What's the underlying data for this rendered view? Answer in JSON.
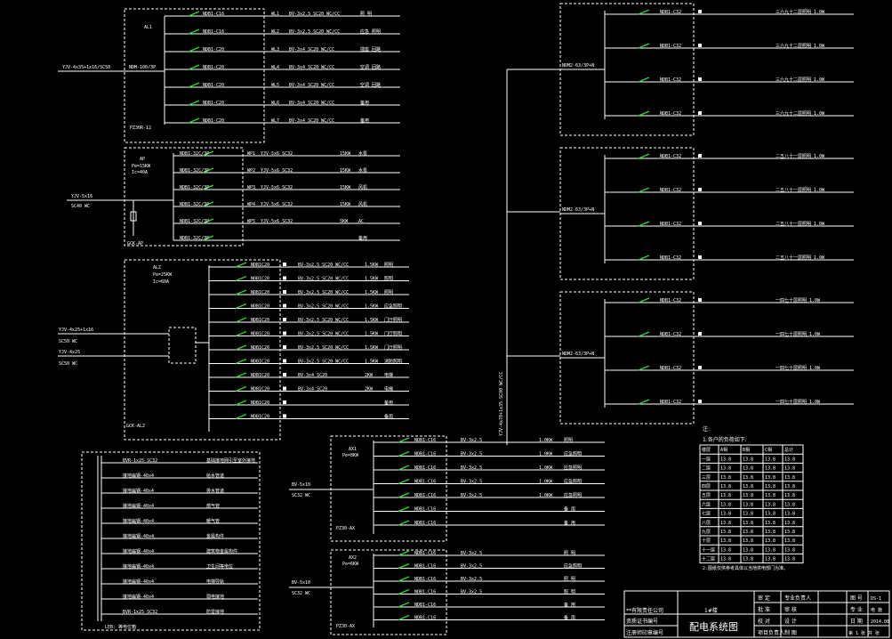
{
  "drawing": {
    "title_block": {
      "company": "**有限责任公司",
      "cert_label": "资质证书编号",
      "reg_label": "注册师印章编号",
      "floor": "1#楼",
      "drawing_name": "配电系统图",
      "review": "审 定",
      "approve": "批 准",
      "check": "审 核",
      "proofread": "校 对",
      "design": "设 计",
      "draw": "制 图",
      "project_lead": "专业负责人",
      "project_head": "项目负责人",
      "dwg_no_label": "图 号",
      "dwg_no": "DS-1",
      "phase_label": "专 业",
      "phase": "电 施",
      "date_label": "日 期",
      "date": "2014.08",
      "sheet_label": "第 1 张 共 张"
    },
    "notes": {
      "title": "注:",
      "line1": "1.各户的负荷如下:",
      "line2": "2.图纸仅供参考具体以当地供电部门为准。"
    },
    "load_table": {
      "headers": [
        "楼层",
        "A相",
        "B相",
        "C相",
        "总计"
      ],
      "rows": [
        [
          "一层",
          "13.8",
          "13.8",
          "13.8",
          "13.8"
        ],
        [
          "二层",
          "13.8",
          "13.8",
          "13.8",
          "13.8"
        ],
        [
          "三层",
          "13.8",
          "13.8",
          "13.8",
          "13.8"
        ],
        [
          "四层",
          "13.8",
          "13.8",
          "13.8",
          "13.8"
        ],
        [
          "五层",
          "13.8",
          "13.8",
          "13.8",
          "13.8"
        ],
        [
          "六层",
          "13.8",
          "13.8",
          "13.8",
          "13.8"
        ],
        [
          "七层",
          "13.8",
          "13.8",
          "13.8",
          "13.8"
        ],
        [
          "八层",
          "13.8",
          "13.8",
          "13.8",
          "13.8"
        ],
        [
          "九层",
          "13.8",
          "13.8",
          "13.8",
          "13.8"
        ],
        [
          "十层",
          "13.8",
          "13.8",
          "13.8",
          "13.8"
        ],
        [
          "十一层",
          "13.8",
          "13.8",
          "13.8",
          "13.8"
        ],
        [
          "十二层",
          "13.8",
          "13.8",
          "13.8",
          "13.8"
        ]
      ]
    },
    "floor_groups": [
      {
        "breaker": "NDM2-63/3P+N",
        "circuits": [
          {
            "cb": "NDB1-C32",
            "label": "三六九十二层照明 1.0W"
          },
          {
            "cb": "NDB1-C32",
            "label": "三六九十二层照明 1.0W"
          },
          {
            "cb": "NDB1-C32",
            "label": "三六九十二层照明 1.0W"
          },
          {
            "cb": "NDB1-C32",
            "label": "三六九十二层照明 1.0W"
          }
        ]
      },
      {
        "breaker": "NDM2-63/3P+N",
        "circuits": [
          {
            "cb": "NDB1-C32",
            "label": "二五八十一层照明 1.0W"
          },
          {
            "cb": "NDB1-C32",
            "label": "二五八十一层照明 1.0W"
          },
          {
            "cb": "NDB1-C32",
            "label": "二五八十一层照明 1.0W"
          },
          {
            "cb": "NDB1-C32",
            "label": "二五八十一层照明 1.0W"
          }
        ]
      },
      {
        "breaker": "NDM2-63/3P+N",
        "circuits": [
          {
            "cb": "NDB1-C32",
            "label": "一四七十层照明 1.0W"
          },
          {
            "cb": "NDB1-C32",
            "label": "一四七十层照明 1.0W"
          },
          {
            "cb": "NDB1-C32",
            "label": "一四七十层照明 1.0W"
          },
          {
            "cb": "NDB1-C32",
            "label": "一四七十层照明 1.0W"
          }
        ]
      }
    ],
    "panel_al1": {
      "name": "AL1",
      "incoming": "YJV-4x35+1x16/SC50",
      "breaker": "NDM-100/3P",
      "circuits": [
        {
          "cb": "NDB1-C16",
          "n": "WL1",
          "cable": "BV-3x2.5 SC20 WC/CC",
          "use": "照 明"
        },
        {
          "cb": "NDB1-C16",
          "n": "WL2",
          "cable": "BV-3x2.5 SC20 WC/CC",
          "use": "应急 照明"
        },
        {
          "cb": "NDB1-C20",
          "n": "WL3",
          "cable": "BV-3x4 SC20 WC/CC",
          "use": "插座 回路"
        },
        {
          "cb": "NDB1-C20",
          "n": "WL4",
          "cable": "BV-3x4 SC20 WC/CC",
          "use": "空调 回路"
        },
        {
          "cb": "NDB1-C20",
          "n": "WL5",
          "cable": "BV-3x4 SC20 WC/CC",
          "use": "空调 回路"
        },
        {
          "cb": "NDB1-C20",
          "n": "WL6",
          "cable": "BV-3x4 SC20 WC/CC",
          "use": "备用"
        },
        {
          "cb": "NDB1-C20",
          "n": "WL7",
          "cable": "BV-3x4 SC20 WC/CC",
          "use": "备用"
        }
      ]
    },
    "panel_ap": {
      "name": "AP",
      "circuits": [
        {
          "cb": "NDB1-32C/3P",
          "n": "WP1",
          "cable": "YJV-5x6 SC32",
          "kw": "15KW",
          "use": "水泵"
        },
        {
          "cb": "NDB1-32C/3P",
          "n": "WP2",
          "cable": "YJV-5x6 SC32",
          "kw": "15KW",
          "use": "水泵"
        },
        {
          "cb": "NDB1-32C/3P",
          "n": "WP3",
          "cable": "YJV-5x6 SC32",
          "kw": "15KW",
          "use": "风机"
        },
        {
          "cb": "NDB1-32C/3P",
          "n": "WP4",
          "cable": "YJV-5x6 SC32",
          "kw": "15KW",
          "use": "风机"
        },
        {
          "cb": "NDB1-32C/3P",
          "n": "WP5",
          "cable": "YJV-5x6 SC32",
          "kw": "5KW",
          "use": "AC"
        },
        {
          "cb": "NDB1-32C/3P",
          "n": "",
          "cable": "",
          "kw": "",
          "use": "备用"
        }
      ]
    },
    "panel_alz": {
      "name": "ALZ",
      "circuits": [
        {
          "cb": "NDB1C20",
          "cable": "BV-3x2.5 SC20 WC/CC",
          "kw": "1.5KW",
          "use": "照明"
        },
        {
          "cb": "NDB1C20",
          "cable": "BV-3x2.5 SC20 WC/CC",
          "kw": "1.5KW",
          "use": "照明"
        },
        {
          "cb": "NDB1C20",
          "cable": "BV-3x2.5 SC20 WC/CC",
          "kw": "1.5KW",
          "use": "照明"
        },
        {
          "cb": "NDB1C20",
          "cable": "BV-3x2.5 SC20 WC/CC",
          "kw": "1.5KW",
          "use": "应急照明"
        },
        {
          "cb": "NDB1C20",
          "cable": "BV-3x2.5 SC20 WC/CC",
          "kw": "1.5KW",
          "use": "门厅照明"
        },
        {
          "cb": "NDB1C20",
          "cable": "BV-3x2.5 SC20 WC/CC",
          "kw": "1.5KW",
          "use": "门厅照明"
        },
        {
          "cb": "NDB1C20",
          "cable": "BV-3x2.5 SC20 WC/CC",
          "kw": "1.5KW",
          "use": "门厅照明"
        },
        {
          "cb": "NDB1C20",
          "cable": "BV-3x2.5 SC20 WC/CC",
          "kw": "1.5KW",
          "use": "消防照明"
        },
        {
          "cb": "NDB1C20",
          "cable": "BV-3x4 SC20",
          "kw": "2KW",
          "use": "电梯"
        },
        {
          "cb": "NDB1C20",
          "cable": "BV-3x4 SC20",
          "kw": "2KW",
          "use": "电梯"
        },
        {
          "cb": "NDB1C20",
          "cable": "",
          "kw": "",
          "use": "备用"
        },
        {
          "cb": "NDB1C20",
          "cable": "",
          "kw": "",
          "use": "备用"
        }
      ]
    },
    "panel_lower_left": {
      "title": "LEB: 等电位箱",
      "rows": [
        {
          "cable": "BVR-1x25 SC32",
          "use": "基础接地网引至室外接地"
        },
        {
          "cable": "接地扁钢-40x4",
          "use": "给水管道"
        },
        {
          "cable": "接地扁钢-40x4",
          "use": "排水管道"
        },
        {
          "cable": "接地扁钢-40x4",
          "use": "燃气管"
        },
        {
          "cable": "接地扁钢-40x4",
          "use": "暖气管"
        },
        {
          "cable": "接地扁钢-40x4",
          "use": "金属构件"
        },
        {
          "cable": "接地扁钢-40x4",
          "use": "建筑物金属构件"
        },
        {
          "cable": "接地扁钢-40x4",
          "use": "卫生间等电位"
        },
        {
          "cable": "接地扁钢-40x4",
          "use": "电梯导轨"
        },
        {
          "cable": "接地扁钢-40x4",
          "use": "弱电接地"
        },
        {
          "cable": "BVR-1x25 SC32",
          "use": "防雷接地"
        }
      ]
    },
    "panel_ax1": {
      "name": "AX1",
      "circuits": [
        {
          "cb": "NDB1-C16",
          "cable": "BV-3x2.5",
          "kw": "1.0KW",
          "use": "照明"
        },
        {
          "cb": "NDB1-C16",
          "cable": "BV-3x2.5",
          "kw": "1.0KW",
          "use": "应急照明"
        },
        {
          "cb": "NDB1-C16",
          "cable": "BV-3x2.5",
          "kw": "1.0KW",
          "use": "应急照明"
        },
        {
          "cb": "NDB1-C16",
          "cable": "BV-3x2.5",
          "kw": "1.0KW",
          "use": "应急照明"
        },
        {
          "cb": "NDB1-C16",
          "cable": "BV-3x2.5",
          "kw": "1.0KW",
          "use": "应急照明"
        },
        {
          "cb": "NDB1-C16",
          "cable": "",
          "kw": "",
          "use": "备 用"
        },
        {
          "cb": "NDB1-C16",
          "cable": "",
          "kw": "",
          "use": "备 用"
        }
      ]
    },
    "panel_ax2": {
      "name": "AX2",
      "circuits": [
        {
          "cb": "NDB1-C16",
          "cable": "BV-3x2.5",
          "use": "照 明"
        },
        {
          "cb": "NDB1-C16",
          "cable": "BV-3x2.5",
          "use": "应急照明"
        },
        {
          "cb": "NDB1-C16",
          "cable": "BV-3x2.5",
          "use": "照 明"
        },
        {
          "cb": "NDB1-C16",
          "cable": "BV-3x2.5",
          "use": "照 明"
        },
        {
          "cb": "NDB1-C16",
          "cable": "",
          "use": "备 用"
        },
        {
          "cb": "NDB1-C16",
          "cable": "",
          "use": "备 用"
        }
      ]
    },
    "riser_label": "YJV-4x70+1x35 SC80 WC/CC"
  }
}
